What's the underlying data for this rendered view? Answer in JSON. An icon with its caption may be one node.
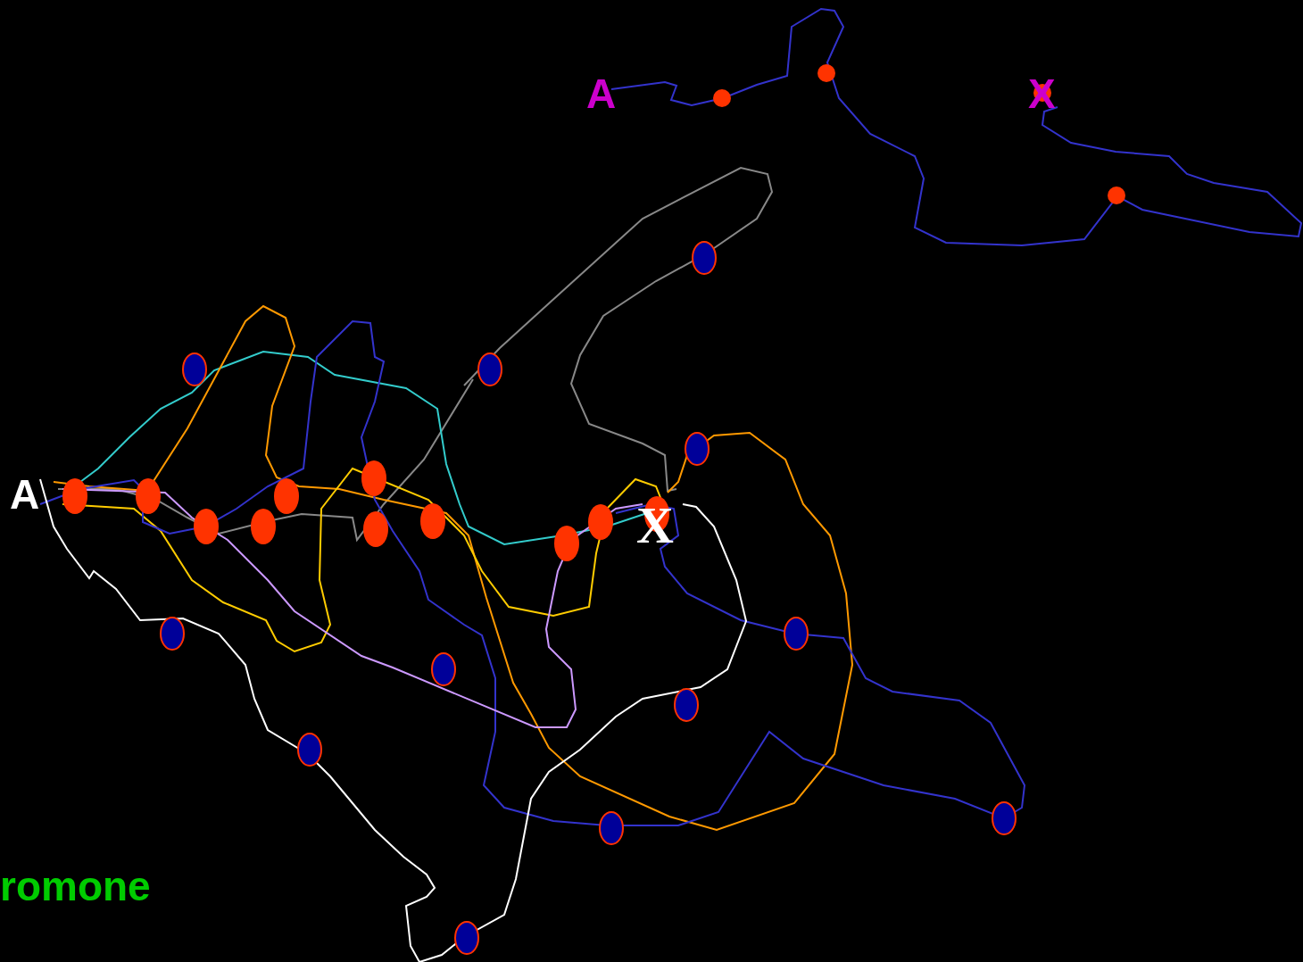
{
  "diagram": {
    "labels": [
      "A",
      "X",
      "A",
      "X",
      "romone"
    ]
  }
}
